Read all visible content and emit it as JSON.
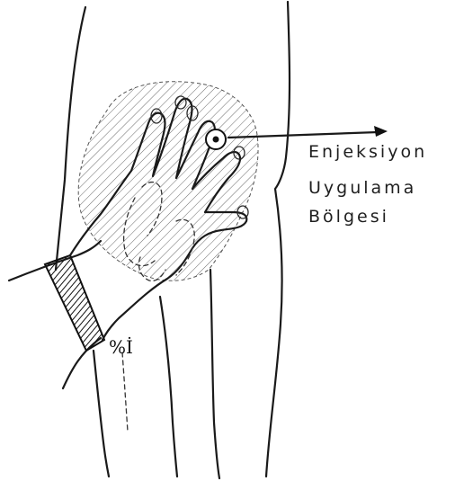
{
  "diagram": {
    "label_lines": [
      "Enjeksiyon",
      "Uygulama",
      "Bölgesi"
    ],
    "marker": "%İ"
  }
}
